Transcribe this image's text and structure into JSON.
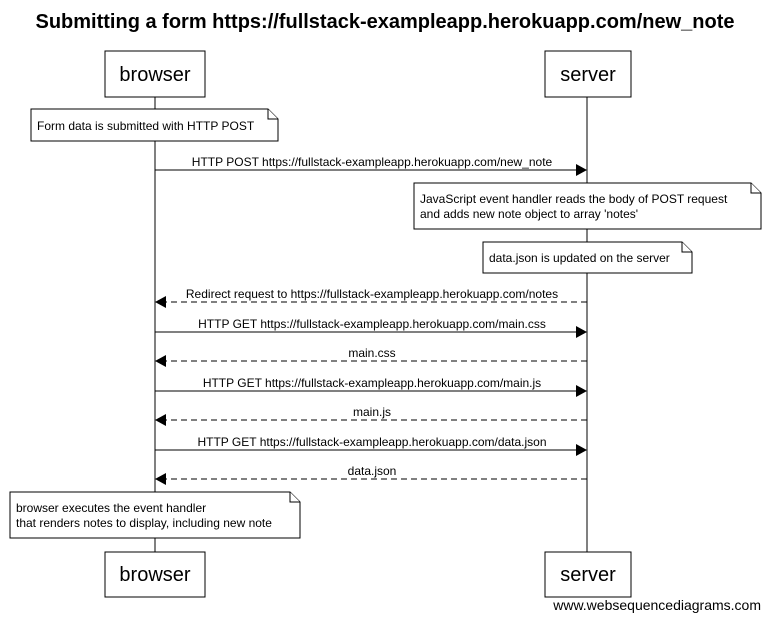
{
  "diagram": {
    "title": "Submitting a form https://fullstack-exampleapp.herokuapp.com/new_note",
    "actors": [
      "browser",
      "server"
    ],
    "events": [
      {
        "kind": "note",
        "over": "browser",
        "lines": [
          "Form data is submitted with HTTP POST"
        ]
      },
      {
        "kind": "msg",
        "from": "browser",
        "to": "server",
        "style": "solid",
        "label": "HTTP POST https://fullstack-exampleapp.herokuapp.com/new_note"
      },
      {
        "kind": "note",
        "over": "server",
        "lines": [
          "JavaScript event handler reads the body of POST request",
          "and adds new note object to array 'notes'"
        ]
      },
      {
        "kind": "note",
        "over": "server",
        "lines": [
          "data.json is updated on the server"
        ]
      },
      {
        "kind": "msg",
        "from": "server",
        "to": "browser",
        "style": "dashed",
        "label": "Redirect request to https://fullstack-exampleapp.herokuapp.com/notes"
      },
      {
        "kind": "msg",
        "from": "browser",
        "to": "server",
        "style": "solid",
        "label": "HTTP GET https://fullstack-exampleapp.herokuapp.com/main.css"
      },
      {
        "kind": "msg",
        "from": "server",
        "to": "browser",
        "style": "dashed",
        "label": "main.css"
      },
      {
        "kind": "msg",
        "from": "browser",
        "to": "server",
        "style": "solid",
        "label": "HTTP GET https://fullstack-exampleapp.herokuapp.com/main.js"
      },
      {
        "kind": "msg",
        "from": "server",
        "to": "browser",
        "style": "dashed",
        "label": "main.js"
      },
      {
        "kind": "msg",
        "from": "browser",
        "to": "server",
        "style": "solid",
        "label": "HTTP GET https://fullstack-exampleapp.herokuapp.com/data.json"
      },
      {
        "kind": "msg",
        "from": "server",
        "to": "browser",
        "style": "dashed",
        "label": "data.json"
      },
      {
        "kind": "note",
        "over": "browser",
        "lines": [
          "browser executes the event handler",
          "that renders notes to display, including new note"
        ]
      }
    ],
    "watermark": "www.websequencediagrams.com"
  }
}
